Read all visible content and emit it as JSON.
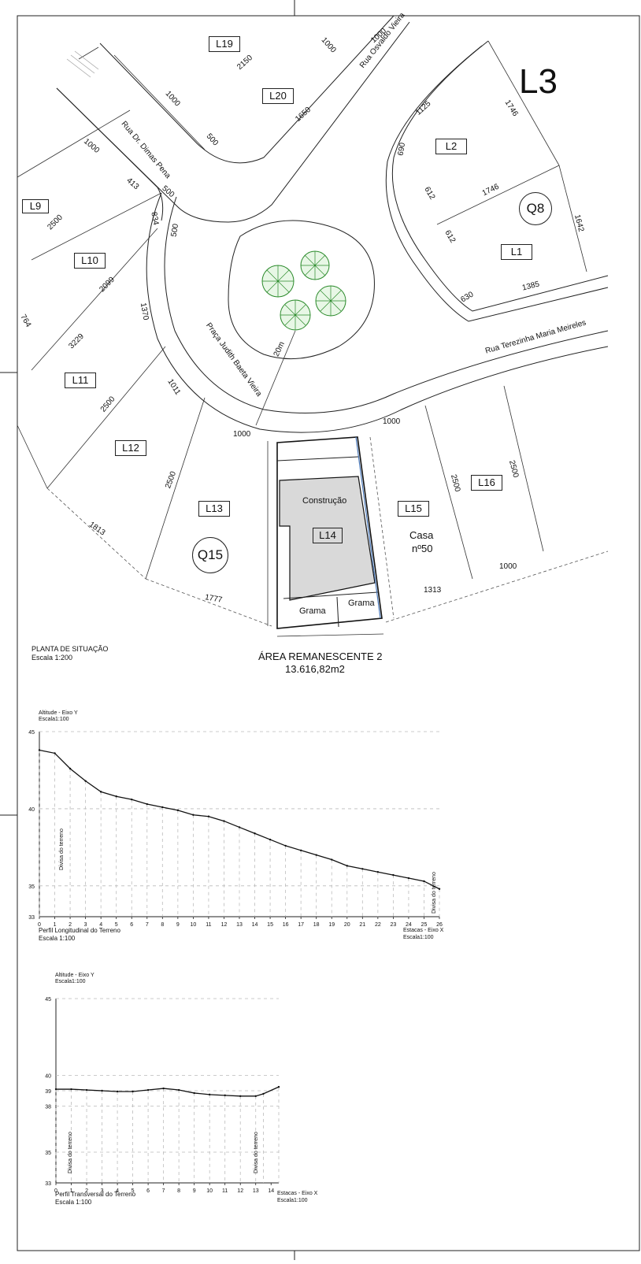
{
  "site": {
    "block_label": "L3",
    "blocks": [
      "Q8",
      "Q15"
    ],
    "lots": [
      "L19",
      "L20",
      "L2",
      "L1",
      "L9",
      "L10",
      "L11",
      "L12",
      "L13",
      "L14",
      "L15",
      "L16"
    ],
    "streets": [
      "Rua Osvaldo Vieira",
      "Rua Dr. Dimas Pena",
      "Rua Terezinha Maria Meireles",
      "Praça Judith Baeta Vieira"
    ],
    "dimensions": [
      "1000",
      "2150",
      "1650",
      "500",
      "1000",
      "1000",
      "1125",
      "1746",
      "1746",
      "690",
      "612",
      "612",
      "1642",
      "630",
      "1385",
      "1000",
      "413",
      "500",
      "834",
      "500",
      "2500",
      "2099",
      "3229",
      "1370",
      "1011",
      "2500",
      "2500",
      "1813",
      "1777",
      "1000",
      "1000",
      "2500",
      "2500",
      "1313",
      "1000",
      "764",
      "20m"
    ],
    "construction_label": "Construção",
    "grass_labels": [
      "Grama",
      "Grama"
    ],
    "house_label": "Casa",
    "house_number": "nº50",
    "title": "PLANTA DE SITUAÇÃO",
    "scale": "Escala 1:200",
    "remaining_area_title": "ÁREA REMANESCENTE 2",
    "remaining_area_value": "13.616,82m2"
  },
  "profile_long": {
    "y_axis_title": "Altitude - Eixo Y",
    "y_axis_scale": "Escala1:100",
    "title": "Perfil Longitudinal do Terreno",
    "scale": "Escala 1:100",
    "x_axis_title": "Estacas - Eixo X",
    "x_axis_scale": "Escala1:100",
    "left_marker": "Divisa do terreno",
    "right_marker": "Divisa do terreno"
  },
  "profile_trans": {
    "y_axis_title": "Altitude - Eixo Y",
    "y_axis_scale": "Escala1:100",
    "title": "Perfil Transversal do Terreno",
    "scale": "Escala 1:100",
    "x_axis_title": "Estacas - Eixo X",
    "x_axis_scale": "Escala1:100",
    "left_marker": "Divisa do terreno",
    "right_marker": "Divisa do terreno"
  },
  "chart_data": [
    {
      "type": "line",
      "title": "Perfil Longitudinal do Terreno",
      "xlabel": "Estacas - Eixo X",
      "ylabel": "Altitude - Eixo Y",
      "xlim": [
        0,
        26
      ],
      "ylim": [
        33,
        45
      ],
      "yticks": [
        "45",
        "40",
        "35",
        "33"
      ],
      "xticks": [
        "0",
        "1",
        "2",
        "3",
        "4",
        "5",
        "6",
        "7",
        "8",
        "9",
        "10",
        "11",
        "12",
        "13",
        "14",
        "15",
        "16",
        "17",
        "18",
        "19",
        "20",
        "21",
        "22",
        "23",
        "24",
        "25",
        "26"
      ],
      "x": [
        0,
        1,
        2,
        3,
        4,
        5,
        6,
        7,
        8,
        9,
        10,
        11,
        12,
        13,
        14,
        15,
        16,
        17,
        18,
        19,
        20,
        21,
        22,
        23,
        24,
        25,
        26
      ],
      "y": [
        43.8,
        43.6,
        42.6,
        41.8,
        41.1,
        40.8,
        40.6,
        40.3,
        40.1,
        39.9,
        39.6,
        39.5,
        39.2,
        38.8,
        38.4,
        38.0,
        37.6,
        37.3,
        37.0,
        36.7,
        36.3,
        36.1,
        35.9,
        35.7,
        35.5,
        35.3,
        34.8
      ],
      "grid": true
    },
    {
      "type": "line",
      "title": "Perfil Transversal do Terreno",
      "xlabel": "Estacas - Eixo X",
      "ylabel": "Altitude - Eixo Y",
      "xlim": [
        0,
        14.5
      ],
      "ylim": [
        33,
        45
      ],
      "yticks": [
        "45",
        "40",
        "39",
        "38",
        "35",
        "33"
      ],
      "xticks": [
        "0",
        "1",
        "2",
        "3",
        "4",
        "5",
        "6",
        "7",
        "8",
        "9",
        "10",
        "11",
        "12",
        "13",
        "14"
      ],
      "x": [
        0,
        1,
        2,
        3,
        4,
        5,
        6,
        7,
        8,
        9,
        10,
        11,
        12,
        13,
        13.5,
        14.5
      ],
      "y": [
        39.1,
        39.1,
        39.05,
        39.0,
        38.95,
        38.95,
        39.05,
        39.15,
        39.05,
        38.85,
        38.75,
        38.7,
        38.65,
        38.65,
        38.8,
        39.25
      ],
      "grid": true
    }
  ]
}
